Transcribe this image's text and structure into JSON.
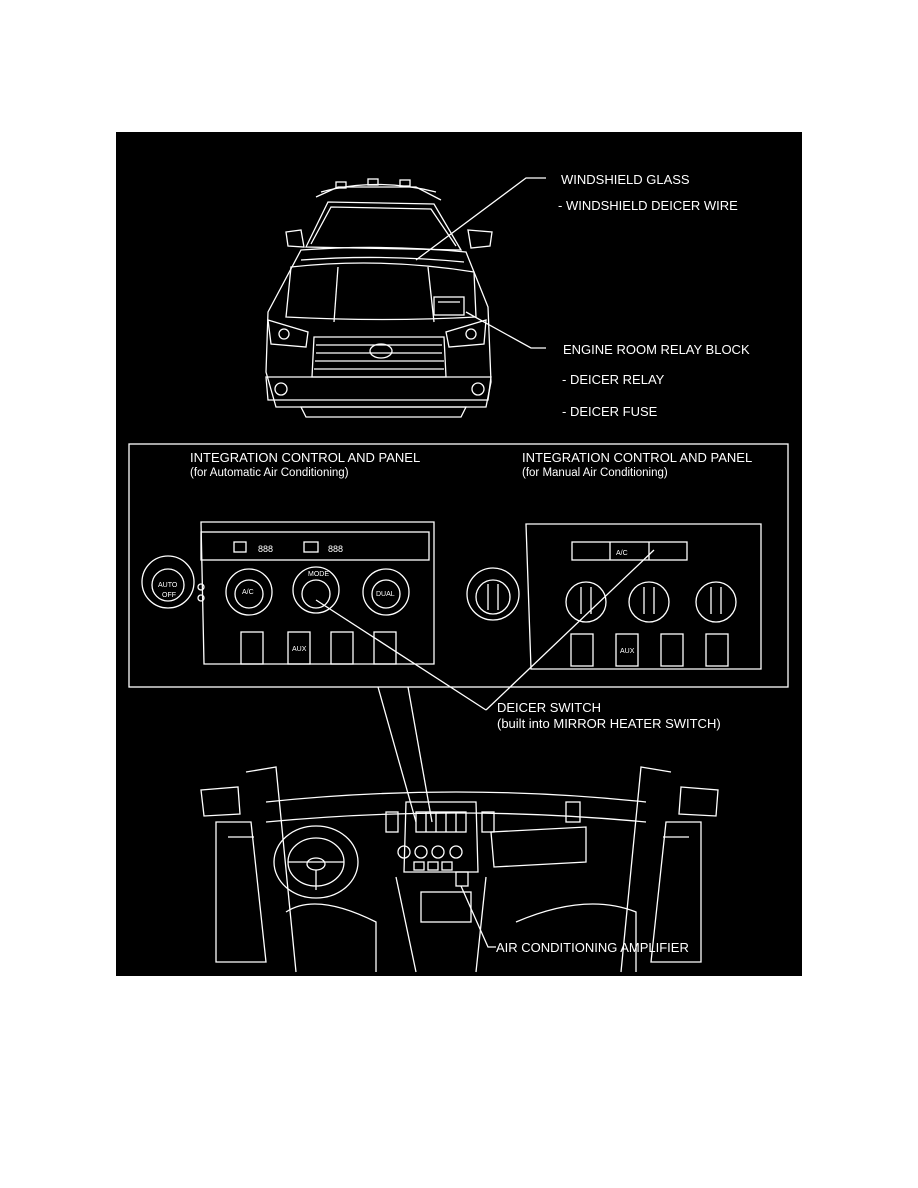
{
  "colors": {
    "background": "#000000",
    "line": "#ffffff",
    "page": "#ffffff"
  },
  "labels": {
    "windshield_glass": "WINDSHIELD GLASS",
    "windshield_deicer_wire": "- WINDSHIELD DEICER WIRE",
    "engine_room_relay_block": "ENGINE ROOM RELAY BLOCK",
    "deicer_relay": "- DEICER RELAY",
    "deicer_fuse": "- DEICER FUSE",
    "deicer_switch": "DEICER SWITCH",
    "deicer_switch_note": "(built into MIRROR HEATER SWITCH)",
    "air_conditioning_amplifier": "AIR CONDITIONING AMPLIFIER"
  },
  "panels": {
    "automatic": {
      "title": "INTEGRATION CONTROL AND PANEL",
      "subtitle": "(for Automatic Air Conditioning)",
      "knob_auto": "AUTO",
      "knob_off": "OFF",
      "knob_ac": "A/C",
      "knob_mode": "MODE",
      "knob_dual": "DUAL",
      "display_left": "888",
      "display_right": "888",
      "aux": "AUX"
    },
    "manual": {
      "title": "INTEGRATION CONTROL AND PANEL",
      "subtitle": "(for Manual Air Conditioning)",
      "button_ac": "A/C",
      "aux": "AUX"
    }
  }
}
